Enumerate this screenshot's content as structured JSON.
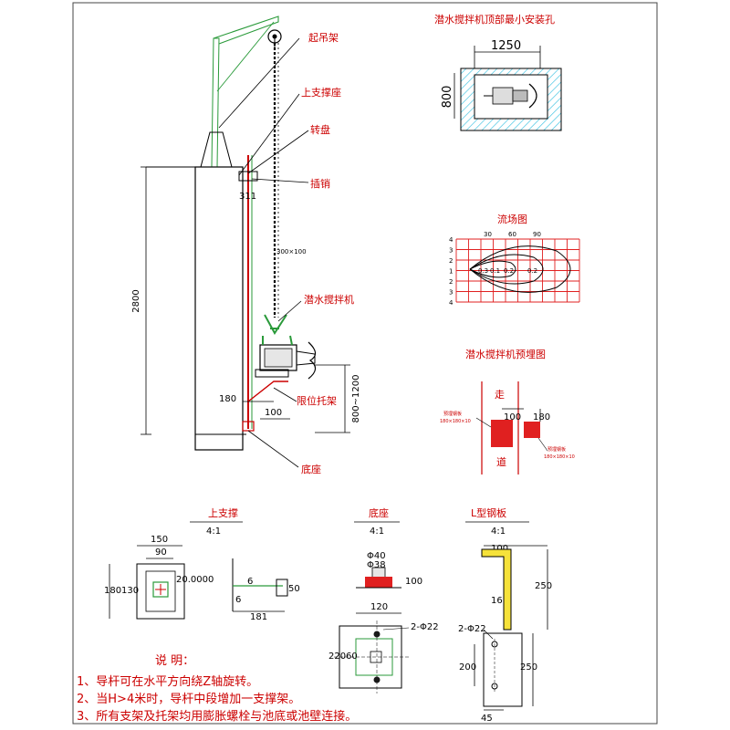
{
  "callouts": {
    "crane": "起吊架",
    "upper_support": "上支撑座",
    "turntable": "转盘",
    "pin": "插销",
    "mixer": "潜水搅拌机",
    "limit_bracket": "限位托架",
    "base": "底座"
  },
  "dims_main": {
    "d2800": "2800",
    "d311": "311",
    "d180": "180",
    "d100": "100",
    "d800_1200": "800~1200",
    "d300_100": "300×100"
  },
  "top_hole": {
    "title": "潜水搅拌机顶部最小安装孔",
    "width": "1250",
    "height": "800"
  },
  "flow_field": {
    "title": "流场图",
    "row_labels": [
      "4",
      "3",
      "2",
      "1",
      "2",
      "3",
      "4"
    ],
    "col_labels": [
      "30",
      "60",
      "90"
    ],
    "cell_values": [
      "0.3",
      "0.1",
      "0.2",
      "0.2"
    ]
  },
  "embed": {
    "title": "潜水搅拌机预埋图",
    "side_top": "走",
    "side_bottom": "道",
    "d100": "100",
    "d180": "180",
    "note_left": "预埋钢板",
    "note_left_sub": "180×180×10",
    "note_right": "预埋钢板",
    "note_right_sub": "180×180×10"
  },
  "detail_support": {
    "title": "上支撑",
    "scale": "4:1",
    "d150": "150",
    "d90": "90",
    "d180": "180",
    "d130": "130",
    "d20": "20.0000",
    "d6a": "6",
    "d6b": "6",
    "d50": "50",
    "d181": "181"
  },
  "detail_base": {
    "title": "底座",
    "scale": "4:1",
    "d40": "Φ40",
    "d38": "Φ38",
    "d100": "100",
    "d120": "120",
    "d60": "60",
    "d220": "220",
    "holes": "2-Φ22"
  },
  "detail_plate": {
    "title": "L型钢板",
    "scale": "4:1",
    "d100": "100",
    "d250a": "250",
    "d16": "16",
    "holes": "2-Φ22",
    "d200": "200",
    "d250b": "250",
    "d45": "45"
  },
  "notes": {
    "heading": "说    明：",
    "n1": "1、导杆可在水平方向绕Z轴旋转。",
    "n2": "2、当H>4米时，导杆中段增加一支撑架。",
    "n3": "3、所有支架及托架均用膨胀螺栓与池底或池壁连接。"
  }
}
